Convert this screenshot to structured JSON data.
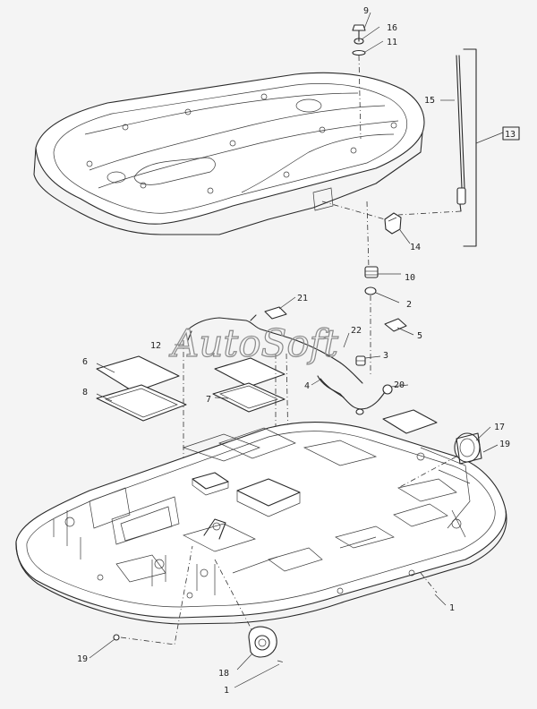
{
  "watermark": "AutoSoft",
  "callouts": [
    {
      "id": "c9",
      "label": "9"
    },
    {
      "id": "c16",
      "label": "16"
    },
    {
      "id": "c11",
      "label": "11"
    },
    {
      "id": "c15",
      "label": "15"
    },
    {
      "id": "c13",
      "label": "13"
    },
    {
      "id": "c14",
      "label": "14"
    },
    {
      "id": "c10",
      "label": "10"
    },
    {
      "id": "c2",
      "label": "2"
    },
    {
      "id": "c21",
      "label": "21"
    },
    {
      "id": "c12",
      "label": "12"
    },
    {
      "id": "c22",
      "label": "22"
    },
    {
      "id": "c6",
      "label": "6"
    },
    {
      "id": "c8",
      "label": "8"
    },
    {
      "id": "c3",
      "label": "3"
    },
    {
      "id": "c20",
      "label": "20"
    },
    {
      "id": "c4",
      "label": "4"
    },
    {
      "id": "c7",
      "label": "7"
    },
    {
      "id": "c5",
      "label": "5"
    },
    {
      "id": "c17",
      "label": "17"
    },
    {
      "id": "c19a",
      "label": "19"
    },
    {
      "id": "c1a",
      "label": "1"
    },
    {
      "id": "c19b",
      "label": "19"
    },
    {
      "id": "c18",
      "label": "18"
    },
    {
      "id": "c1b",
      "label": "1"
    }
  ]
}
